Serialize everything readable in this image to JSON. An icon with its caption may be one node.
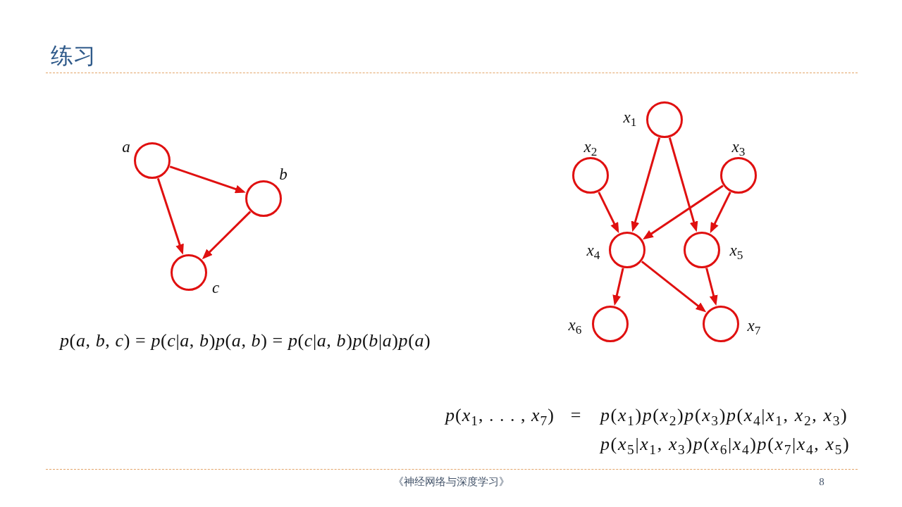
{
  "diagram": {
    "title": "练习",
    "nodes": [
      {
        "text": [],
        "shape": "circle",
        "beside": [
          "a"
        ]
      },
      {
        "text": [],
        "shape": "circle",
        "beside": [
          "b"
        ]
      },
      {
        "text": [],
        "shape": "circle",
        "beside": [
          "c"
        ]
      },
      {
        "text": [],
        "shape": "circle",
        "beside": [
          "x$_{1}$"
        ]
      },
      {
        "text": [],
        "shape": "circle",
        "beside": [
          "x$_{2}$"
        ]
      },
      {
        "text": [],
        "shape": "circle",
        "beside": [
          "x$_{3}$"
        ]
      },
      {
        "text": [],
        "shape": "circle",
        "beside": [
          "x$_{4}$"
        ]
      },
      {
        "text": [],
        "shape": "circle",
        "beside": [
          "x$_{5}$"
        ]
      },
      {
        "text": [],
        "shape": "circle",
        "beside": [
          "x$_{6}$"
        ]
      },
      {
        "text": [],
        "shape": "circle",
        "beside": [
          "x$_{7}$"
        ]
      }
    ],
    "edges": [
      {
        "from": 0,
        "to": 1,
        "arrow": "to"
      },
      {
        "from": 0,
        "to": 2,
        "arrow": "to"
      },
      {
        "from": 1,
        "to": 2,
        "arrow": "to"
      },
      {
        "from": 3,
        "to": 6,
        "arrow": "to"
      },
      {
        "from": 3,
        "to": 7,
        "arrow": "to"
      },
      {
        "from": 4,
        "to": 6,
        "arrow": "to"
      },
      {
        "from": 5,
        "to": 6,
        "arrow": "to"
      },
      {
        "from": 5,
        "to": 7,
        "arrow": "to"
      },
      {
        "from": 6,
        "to": 8,
        "arrow": "to"
      },
      {
        "from": 6,
        "to": 9,
        "arrow": "to"
      },
      {
        "from": 7,
        "to": 9,
        "arrow": "to"
      }
    ],
    "labels": [
      "*p*(*a*, *b*, *c*) = *p*(*c*|*a*, *b*)*p*(*a*, *b*) = *p*(*c*|*a*, *b*)*p*(*b*|*a*)*p*(*a*)",
      "*p*(*x*$_{1}$, . . . , *x*$_{7}$)",
      "=",
      "*p*(*x*$_{1}$)*p*(*x*$_{2}$)*p*(*x*$_{3}$)*p*(*x*$_{4}$|*x*$_{1}$, *x*$_{2}$, *x*$_{3}$)",
      "*p*(*x*$_{5}$|*x*$_{1}$, *x*$_{3}$)*p*(*x*$_{6}$|*x*$_{4}$)*p*(*x*$_{7}$|*x*$_{4}$, *x*$_{5}$)",
      "《神经网络与深度学习》",
      "8"
    ]
  }
}
